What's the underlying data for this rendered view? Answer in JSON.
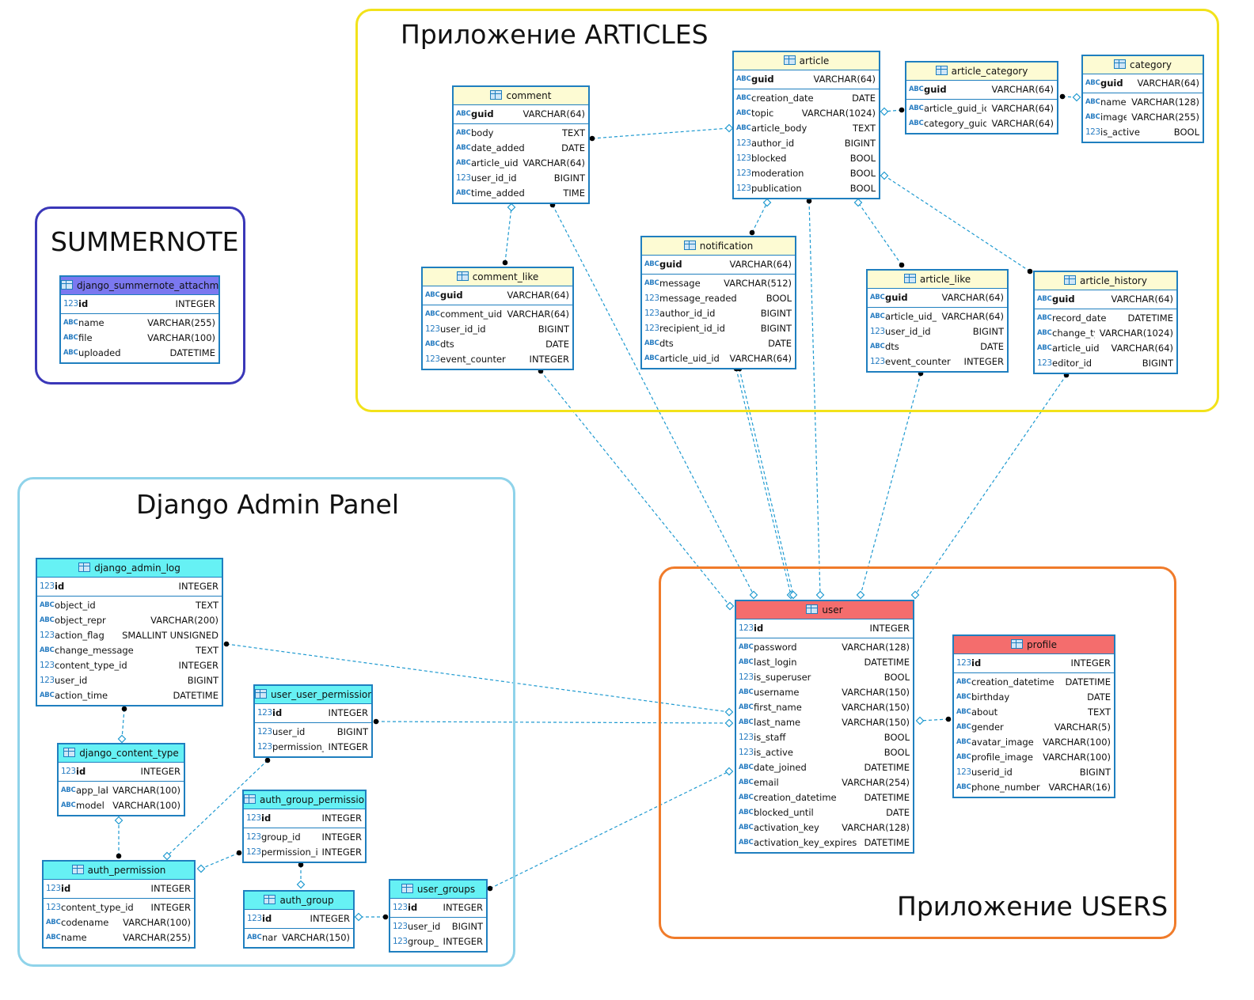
{
  "groups": {
    "articles": {
      "title": "Приложение ARTICLES",
      "color": "#f2e21a"
    },
    "summernote": {
      "title": "SUMMERNOTE",
      "color": "#3a37b8"
    },
    "admin": {
      "title": "Django Admin Panel",
      "color": "#8fd3ea"
    },
    "users": {
      "title": "Приложение USERS",
      "color": "#f07b2a"
    }
  },
  "colors": {
    "articles_header": "#fdfbd3",
    "summernote_header": "#7b78f0",
    "admin_header": "#66f1f4",
    "users_header": "#f46d6d",
    "border": "#1f7fbf",
    "link": "#1f9ad0"
  },
  "icons": {
    "text_column": "abc-icon",
    "numeric_column": "123-icon",
    "table": "table-icon"
  },
  "tables": {
    "article": {
      "name": "article",
      "pk": [
        {
          "icon": "ABC",
          "name": "guid",
          "type": "VARCHAR(64)"
        }
      ],
      "columns": [
        {
          "icon": "ABC",
          "name": "creation_date",
          "type": "DATE"
        },
        {
          "icon": "ABC",
          "name": "topic",
          "type": "VARCHAR(1024)"
        },
        {
          "icon": "ABC",
          "name": "article_body",
          "type": "TEXT"
        },
        {
          "icon": "123",
          "name": "author_id",
          "type": "BIGINT"
        },
        {
          "icon": "123",
          "name": "blocked",
          "type": "BOOL"
        },
        {
          "icon": "123",
          "name": "moderation",
          "type": "BOOL"
        },
        {
          "icon": "123",
          "name": "publication",
          "type": "BOOL"
        }
      ]
    },
    "comment": {
      "name": "comment",
      "pk": [
        {
          "icon": "ABC",
          "name": "guid",
          "type": "VARCHAR(64)"
        }
      ],
      "columns": [
        {
          "icon": "ABC",
          "name": "body",
          "type": "TEXT"
        },
        {
          "icon": "ABC",
          "name": "date_added",
          "type": "DATE"
        },
        {
          "icon": "ABC",
          "name": "article_uid_id",
          "type": "VARCHAR(64)"
        },
        {
          "icon": "123",
          "name": "user_id_id",
          "type": "BIGINT"
        },
        {
          "icon": "ABC",
          "name": "time_added",
          "type": "TIME"
        }
      ]
    },
    "article_category": {
      "name": "article_category",
      "pk": [
        {
          "icon": "ABC",
          "name": "guid",
          "type": "VARCHAR(64)"
        }
      ],
      "columns": [
        {
          "icon": "ABC",
          "name": "article_guid_id",
          "type": "VARCHAR(64)"
        },
        {
          "icon": "ABC",
          "name": "category_guid_id",
          "type": "VARCHAR(64)"
        }
      ]
    },
    "category": {
      "name": "category",
      "pk": [
        {
          "icon": "ABC",
          "name": "guid",
          "type": "VARCHAR(64)"
        }
      ],
      "columns": [
        {
          "icon": "ABC",
          "name": "name",
          "type": "VARCHAR(128)"
        },
        {
          "icon": "ABC",
          "name": "image",
          "type": "VARCHAR(255)"
        },
        {
          "icon": "123",
          "name": "is_active",
          "type": "BOOL"
        }
      ]
    },
    "comment_like": {
      "name": "comment_like",
      "pk": [
        {
          "icon": "ABC",
          "name": "guid",
          "type": "VARCHAR(64)"
        }
      ],
      "columns": [
        {
          "icon": "ABC",
          "name": "comment_uid_id",
          "type": "VARCHAR(64)"
        },
        {
          "icon": "123",
          "name": "user_id_id",
          "type": "BIGINT"
        },
        {
          "icon": "ABC",
          "name": "dts",
          "type": "DATE"
        },
        {
          "icon": "123",
          "name": "event_counter",
          "type": "INTEGER"
        }
      ]
    },
    "notification": {
      "name": "notification",
      "pk": [
        {
          "icon": "ABC",
          "name": "guid",
          "type": "VARCHAR(64)"
        }
      ],
      "columns": [
        {
          "icon": "ABC",
          "name": "message",
          "type": "VARCHAR(512)"
        },
        {
          "icon": "123",
          "name": "message_readed",
          "type": "BOOL"
        },
        {
          "icon": "123",
          "name": "author_id_id",
          "type": "BIGINT"
        },
        {
          "icon": "123",
          "name": "recipient_id_id",
          "type": "BIGINT"
        },
        {
          "icon": "ABC",
          "name": "dts",
          "type": "DATE"
        },
        {
          "icon": "ABC",
          "name": "article_uid_id",
          "type": "VARCHAR(64)"
        }
      ]
    },
    "article_like": {
      "name": "article_like",
      "pk": [
        {
          "icon": "ABC",
          "name": "guid",
          "type": "VARCHAR(64)"
        }
      ],
      "columns": [
        {
          "icon": "ABC",
          "name": "article_uid_id",
          "type": "VARCHAR(64)"
        },
        {
          "icon": "123",
          "name": "user_id_id",
          "type": "BIGINT"
        },
        {
          "icon": "ABC",
          "name": "dts",
          "type": "DATE"
        },
        {
          "icon": "123",
          "name": "event_counter",
          "type": "INTEGER"
        }
      ]
    },
    "article_history": {
      "name": "article_history",
      "pk": [
        {
          "icon": "ABC",
          "name": "guid",
          "type": "VARCHAR(64)"
        }
      ],
      "columns": [
        {
          "icon": "ABC",
          "name": "record_date",
          "type": "DATETIME"
        },
        {
          "icon": "ABC",
          "name": "change_type",
          "type": "VARCHAR(1024)"
        },
        {
          "icon": "ABC",
          "name": "article_uid",
          "type": "VARCHAR(64)"
        },
        {
          "icon": "123",
          "name": "editor_id",
          "type": "BIGINT"
        }
      ]
    },
    "django_summernote_attachment": {
      "name": "django_summernote_attachment",
      "pk": [
        {
          "icon": "123",
          "name": "id",
          "type": "INTEGER"
        }
      ],
      "columns": [
        {
          "icon": "ABC",
          "name": "name",
          "type": "VARCHAR(255)"
        },
        {
          "icon": "ABC",
          "name": "file",
          "type": "VARCHAR(100)"
        },
        {
          "icon": "ABC",
          "name": "uploaded",
          "type": "DATETIME"
        }
      ]
    },
    "django_admin_log": {
      "name": "django_admin_log",
      "pk": [
        {
          "icon": "123",
          "name": "id",
          "type": "INTEGER"
        }
      ],
      "columns": [
        {
          "icon": "ABC",
          "name": "object_id",
          "type": "TEXT"
        },
        {
          "icon": "ABC",
          "name": "object_repr",
          "type": "VARCHAR(200)"
        },
        {
          "icon": "123",
          "name": "action_flag",
          "type": "SMALLINT UNSIGNED"
        },
        {
          "icon": "ABC",
          "name": "change_message",
          "type": "TEXT"
        },
        {
          "icon": "123",
          "name": "content_type_id",
          "type": "INTEGER"
        },
        {
          "icon": "123",
          "name": "user_id",
          "type": "BIGINT"
        },
        {
          "icon": "ABC",
          "name": "action_time",
          "type": "DATETIME"
        }
      ]
    },
    "user_user_permissions": {
      "name": "user_user_permissions",
      "pk": [
        {
          "icon": "123",
          "name": "id",
          "type": "INTEGER"
        }
      ],
      "columns": [
        {
          "icon": "123",
          "name": "user_id",
          "type": "BIGINT"
        },
        {
          "icon": "123",
          "name": "permission_id",
          "type": "INTEGER"
        }
      ]
    },
    "django_content_type": {
      "name": "django_content_type",
      "pk": [
        {
          "icon": "123",
          "name": "id",
          "type": "INTEGER"
        }
      ],
      "columns": [
        {
          "icon": "ABC",
          "name": "app_label",
          "type": "VARCHAR(100)"
        },
        {
          "icon": "ABC",
          "name": "model",
          "type": "VARCHAR(100)"
        }
      ]
    },
    "auth_group_permissions": {
      "name": "auth_group_permissions",
      "pk": [
        {
          "icon": "123",
          "name": "id",
          "type": "INTEGER"
        }
      ],
      "columns": [
        {
          "icon": "123",
          "name": "group_id",
          "type": "INTEGER"
        },
        {
          "icon": "123",
          "name": "permission_id",
          "type": "INTEGER"
        }
      ]
    },
    "auth_permission": {
      "name": "auth_permission",
      "pk": [
        {
          "icon": "123",
          "name": "id",
          "type": "INTEGER"
        }
      ],
      "columns": [
        {
          "icon": "123",
          "name": "content_type_id",
          "type": "INTEGER"
        },
        {
          "icon": "ABC",
          "name": "codename",
          "type": "VARCHAR(100)"
        },
        {
          "icon": "ABC",
          "name": "name",
          "type": "VARCHAR(255)"
        }
      ]
    },
    "auth_group": {
      "name": "auth_group",
      "pk": [
        {
          "icon": "123",
          "name": "id",
          "type": "INTEGER"
        }
      ],
      "columns": [
        {
          "icon": "ABC",
          "name": "name",
          "type": "VARCHAR(150)"
        }
      ]
    },
    "user_groups": {
      "name": "user_groups",
      "pk": [
        {
          "icon": "123",
          "name": "id",
          "type": "INTEGER"
        }
      ],
      "columns": [
        {
          "icon": "123",
          "name": "user_id",
          "type": "BIGINT"
        },
        {
          "icon": "123",
          "name": "group_id",
          "type": "INTEGER"
        }
      ]
    },
    "user": {
      "name": "user",
      "pk": [
        {
          "icon": "123",
          "name": "id",
          "type": "INTEGER"
        }
      ],
      "columns": [
        {
          "icon": "ABC",
          "name": "password",
          "type": "VARCHAR(128)"
        },
        {
          "icon": "ABC",
          "name": "last_login",
          "type": "DATETIME"
        },
        {
          "icon": "123",
          "name": "is_superuser",
          "type": "BOOL"
        },
        {
          "icon": "ABC",
          "name": "username",
          "type": "VARCHAR(150)"
        },
        {
          "icon": "ABC",
          "name": "first_name",
          "type": "VARCHAR(150)"
        },
        {
          "icon": "ABC",
          "name": "last_name",
          "type": "VARCHAR(150)"
        },
        {
          "icon": "123",
          "name": "is_staff",
          "type": "BOOL"
        },
        {
          "icon": "123",
          "name": "is_active",
          "type": "BOOL"
        },
        {
          "icon": "ABC",
          "name": "date_joined",
          "type": "DATETIME"
        },
        {
          "icon": "ABC",
          "name": "email",
          "type": "VARCHAR(254)"
        },
        {
          "icon": "ABC",
          "name": "creation_datetime",
          "type": "DATETIME"
        },
        {
          "icon": "ABC",
          "name": "blocked_until",
          "type": "DATE"
        },
        {
          "icon": "ABC",
          "name": "activation_key",
          "type": "VARCHAR(128)"
        },
        {
          "icon": "ABC",
          "name": "activation_key_expires",
          "type": "DATETIME"
        }
      ]
    },
    "profile": {
      "name": "profile",
      "pk": [
        {
          "icon": "123",
          "name": "id",
          "type": "INTEGER"
        }
      ],
      "columns": [
        {
          "icon": "ABC",
          "name": "creation_datetime",
          "type": "DATETIME"
        },
        {
          "icon": "ABC",
          "name": "birthday",
          "type": "DATE"
        },
        {
          "icon": "ABC",
          "name": "about",
          "type": "TEXT"
        },
        {
          "icon": "ABC",
          "name": "gender",
          "type": "VARCHAR(5)"
        },
        {
          "icon": "ABC",
          "name": "avatar_image",
          "type": "VARCHAR(100)"
        },
        {
          "icon": "ABC",
          "name": "profile_image",
          "type": "VARCHAR(100)"
        },
        {
          "icon": "123",
          "name": "userid_id",
          "type": "BIGINT"
        },
        {
          "icon": "ABC",
          "name": "phone_number",
          "type": "VARCHAR(16)"
        }
      ]
    }
  },
  "relations": [
    {
      "from": "comment",
      "to": "article"
    },
    {
      "from": "article_category",
      "to": "article"
    },
    {
      "from": "article_category",
      "to": "category"
    },
    {
      "from": "comment_like",
      "to": "comment"
    },
    {
      "from": "notification",
      "to": "article"
    },
    {
      "from": "article_like",
      "to": "article"
    },
    {
      "from": "article_history",
      "to": "article"
    },
    {
      "from": "comment",
      "to": "user"
    },
    {
      "from": "comment_like",
      "to": "user"
    },
    {
      "from": "notification",
      "to": "user"
    },
    {
      "from": "notification",
      "to": "user"
    },
    {
      "from": "article",
      "to": "user"
    },
    {
      "from": "article_like",
      "to": "user"
    },
    {
      "from": "article_history",
      "to": "user"
    },
    {
      "from": "django_admin_log",
      "to": "user"
    },
    {
      "from": "user_user_permissions",
      "to": "user"
    },
    {
      "from": "user_groups",
      "to": "user"
    },
    {
      "from": "profile",
      "to": "user"
    },
    {
      "from": "django_admin_log",
      "to": "django_content_type"
    },
    {
      "from": "auth_permission",
      "to": "django_content_type"
    },
    {
      "from": "user_user_permissions",
      "to": "auth_permission"
    },
    {
      "from": "auth_group_permissions",
      "to": "auth_permission"
    },
    {
      "from": "auth_group_permissions",
      "to": "auth_group"
    },
    {
      "from": "user_groups",
      "to": "auth_group"
    }
  ]
}
